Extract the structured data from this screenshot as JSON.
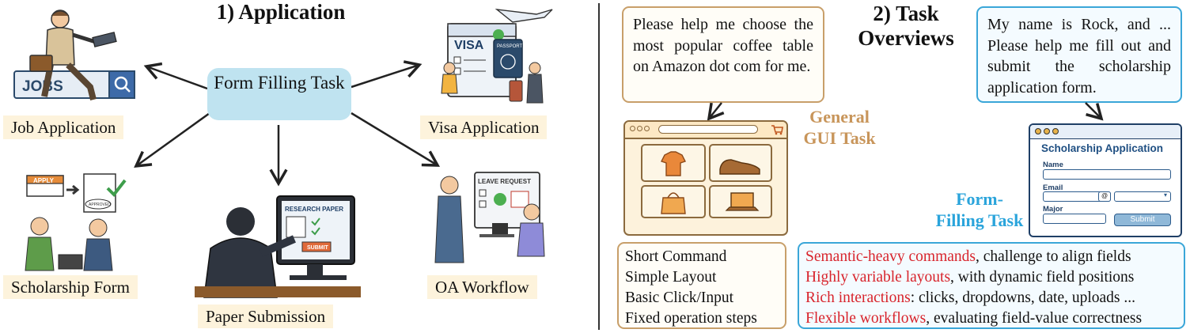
{
  "left": {
    "title": "1) Application",
    "center": "Form Filling Task",
    "captions": {
      "job": "Job Application",
      "visa": "Visa Application",
      "scholarship": "Scholarship Form",
      "paper": "Paper Submission",
      "oa": "OA Workflow"
    },
    "illustration_text": {
      "jobs": "JOBS",
      "visa": "VISA",
      "passport": "PASSPORT",
      "apply": "APPLY",
      "approved": "APPROVED",
      "research_paper": "RESEARCH PAPER",
      "submit": "SUBMIT",
      "leave_request": "LEAVE REQUEST"
    }
  },
  "right": {
    "title_line1": "2) Task",
    "title_line2": "Overviews",
    "gui_prompt": "Please help me choose the most popular coffee table on Amazon dot com for me.",
    "form_prompt": "My name is Rock, and ... Please help me fill out and submit the scholarship application form.",
    "gui_label_line1": "General",
    "gui_label_line2": "GUI Task",
    "form_label_line1": "Form-",
    "form_label_line2": "Filling Task",
    "gui_list": [
      "Short Command",
      "Simple Layout",
      "Basic Click/Input",
      "Fixed operation steps"
    ],
    "form_list": [
      {
        "highlight": "Semantic-heavy commands",
        "rest": ", challenge to align fields"
      },
      {
        "highlight": "Highly variable layouts",
        "rest": ", with dynamic field positions"
      },
      {
        "highlight": "Rich interactions",
        "rest": ": clicks, dropdowns, date, uploads ..."
      },
      {
        "highlight": "Flexible workflows",
        "rest": ", evaluating field-value correctness"
      }
    ],
    "form_mock": {
      "title": "Scholarship Application",
      "name_label": "Name",
      "email_label": "Email",
      "major_label": "Major",
      "at_symbol": "@",
      "submit": "Submit"
    }
  },
  "colors": {
    "center_fill": "#bfe3f0",
    "caption_fill": "#fdf3dc",
    "gui_accent": "#c8955a",
    "form_accent": "#2aa4db",
    "highlight_red": "#d8242c"
  }
}
